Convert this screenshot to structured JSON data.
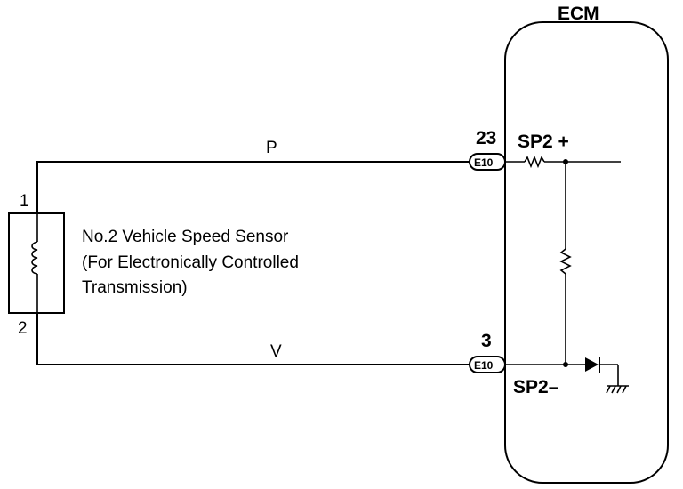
{
  "ecm": {
    "title": "ECM"
  },
  "sensor": {
    "lines": [
      "No.2 Vehicle Speed Sensor",
      "(For Electronically Controlled",
      "Transmission)"
    ],
    "pin1": "1",
    "pin2": "2"
  },
  "wires": {
    "top_color": "P",
    "bottom_color": "V"
  },
  "connectors": {
    "top": {
      "pin": "23",
      "name": "E10"
    },
    "bottom": {
      "pin": "3",
      "name": "E10"
    }
  },
  "terminals": {
    "plus": "SP2 +",
    "minus": "SP2–"
  }
}
